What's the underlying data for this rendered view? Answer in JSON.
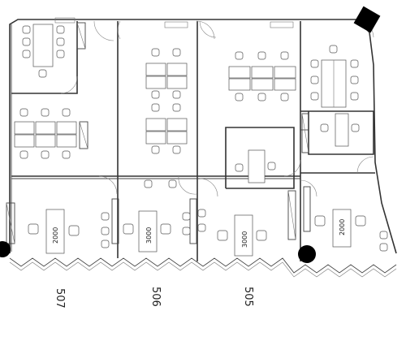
{
  "units": [
    {
      "label": "507"
    },
    {
      "label": "506"
    },
    {
      "label": "505"
    }
  ],
  "desks": [
    {
      "label": "2000"
    },
    {
      "label": "3000"
    },
    {
      "label": "3000"
    },
    {
      "label": "2000"
    }
  ],
  "columns": {
    "color": "#000000"
  }
}
